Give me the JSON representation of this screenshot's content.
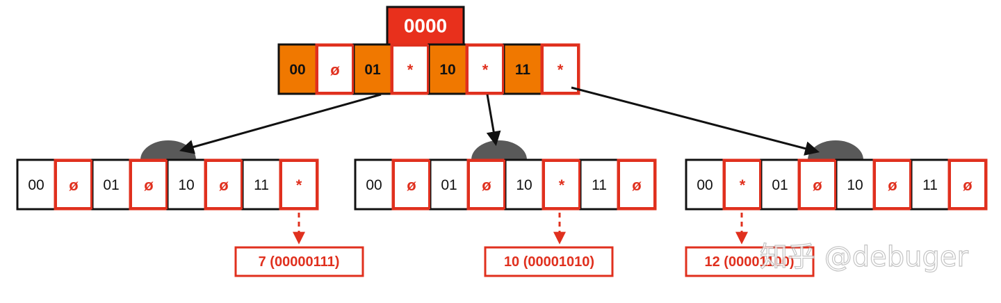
{
  "root": {
    "label": "0000",
    "colors": {
      "root_fill": "#e8301c",
      "key_fill": "#f07800",
      "border_red": "#e0301e",
      "border_black": "#111111"
    },
    "cells": [
      {
        "text": "00",
        "kind": "key"
      },
      {
        "text": "ø",
        "kind": "value"
      },
      {
        "text": "01",
        "kind": "key"
      },
      {
        "text": "*",
        "kind": "value"
      },
      {
        "text": "10",
        "kind": "key"
      },
      {
        "text": "*",
        "kind": "value"
      },
      {
        "text": "11",
        "kind": "key"
      },
      {
        "text": "*",
        "kind": "value"
      }
    ]
  },
  "children": [
    {
      "cells": [
        {
          "text": "00",
          "kind": "key"
        },
        {
          "text": "ø",
          "kind": "value"
        },
        {
          "text": "01",
          "kind": "key"
        },
        {
          "text": "ø",
          "kind": "value"
        },
        {
          "text": "10",
          "kind": "key"
        },
        {
          "text": "ø",
          "kind": "value"
        },
        {
          "text": "11",
          "kind": "key"
        },
        {
          "text": "*",
          "kind": "value"
        }
      ],
      "leaf": "7 (00000111)"
    },
    {
      "cells": [
        {
          "text": "00",
          "kind": "key"
        },
        {
          "text": "ø",
          "kind": "value"
        },
        {
          "text": "01",
          "kind": "key"
        },
        {
          "text": "ø",
          "kind": "value"
        },
        {
          "text": "10",
          "kind": "key"
        },
        {
          "text": "*",
          "kind": "value"
        },
        {
          "text": "11",
          "kind": "key"
        },
        {
          "text": "ø",
          "kind": "value"
        }
      ],
      "leaf": "10 (00001010)"
    },
    {
      "cells": [
        {
          "text": "00",
          "kind": "key"
        },
        {
          "text": "*",
          "kind": "value"
        },
        {
          "text": "01",
          "kind": "key"
        },
        {
          "text": "ø",
          "kind": "value"
        },
        {
          "text": "10",
          "kind": "key"
        },
        {
          "text": "ø",
          "kind": "value"
        },
        {
          "text": "11",
          "kind": "key"
        },
        {
          "text": "ø",
          "kind": "value"
        }
      ],
      "leaf": "12 (00001100)"
    }
  ],
  "watermark": "知乎 @debuger"
}
